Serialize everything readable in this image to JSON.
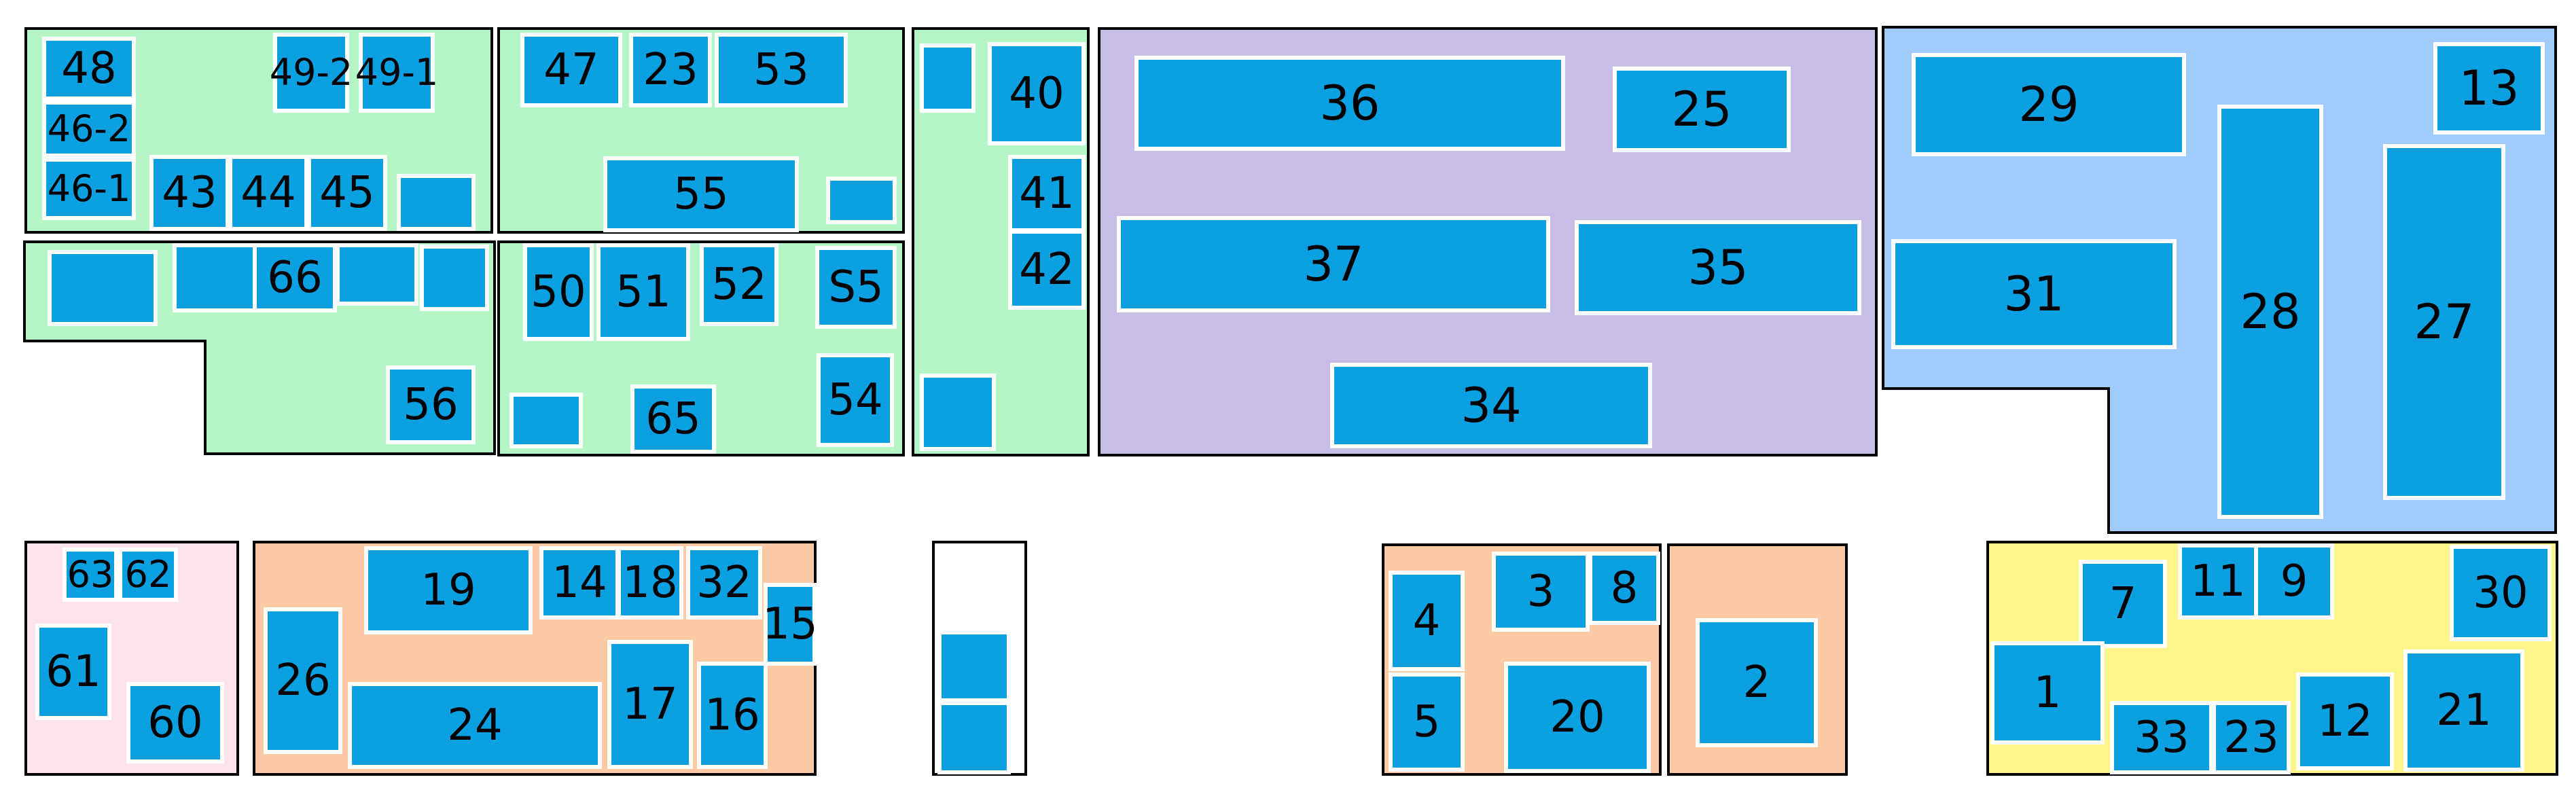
{
  "colors": {
    "green": "#b3f5c4",
    "purple": "#c8bde6",
    "blue": "#a1cbfa",
    "pink": "#fde4ea",
    "orange": "#fcc9a5",
    "yellow": "#fbf58a",
    "box": "#0aa0e2",
    "outline": "#000000"
  },
  "labels": {
    "b48": "48",
    "b46_2": "46-2",
    "b46_1": "46-1",
    "b49_2": "49-2",
    "b49_1": "49-1",
    "b43": "43",
    "b44": "44",
    "b45": "45",
    "b47": "47",
    "b23a": "23",
    "b53": "53",
    "b55": "55",
    "b66": "66",
    "b56": "56",
    "b50": "50",
    "b51": "51",
    "b52": "52",
    "bS5": "S5",
    "b65": "65",
    "b54": "54",
    "b40": "40",
    "b41": "41",
    "b42": "42",
    "b36": "36",
    "b25": "25",
    "b37": "37",
    "b35": "35",
    "b34": "34",
    "b29": "29",
    "b13": "13",
    "b31": "31",
    "b28": "28",
    "b27": "27",
    "b63": "63",
    "b62": "62",
    "b61": "61",
    "b60": "60",
    "b19": "19",
    "b14": "14",
    "b18": "18",
    "b32": "32",
    "b15": "15",
    "b26": "26",
    "b24": "24",
    "b17": "17",
    "b16": "16",
    "b4": "4",
    "b3": "3",
    "b8": "8",
    "b5": "5",
    "b20": "20",
    "b2": "2",
    "b7": "7",
    "b11": "11",
    "b9": "9",
    "b30": "30",
    "b1": "1",
    "b33": "33",
    "b23b": "23",
    "b12": "12",
    "b21": "21"
  }
}
